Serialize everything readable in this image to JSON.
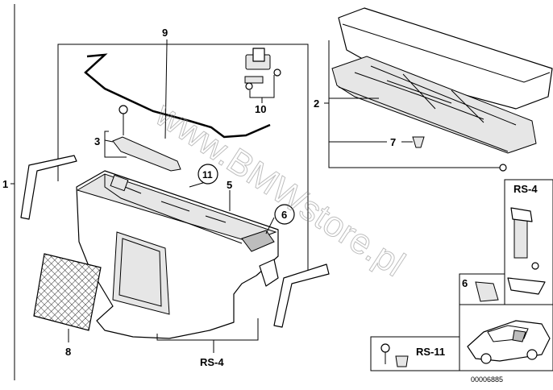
{
  "labels": {
    "l1": "1",
    "l2": "2",
    "l3": "3",
    "l5": "5",
    "l6": "6",
    "l6b": "6",
    "l7": "7",
    "l8": "8",
    "l9": "9",
    "l10": "10",
    "l11": "11",
    "rs4_bottom": "RS-4",
    "rs4_panel": "RS-4",
    "rs11": "RS-11"
  },
  "watermark": "www.BMWstore.pl",
  "diagram_id": "00006885"
}
